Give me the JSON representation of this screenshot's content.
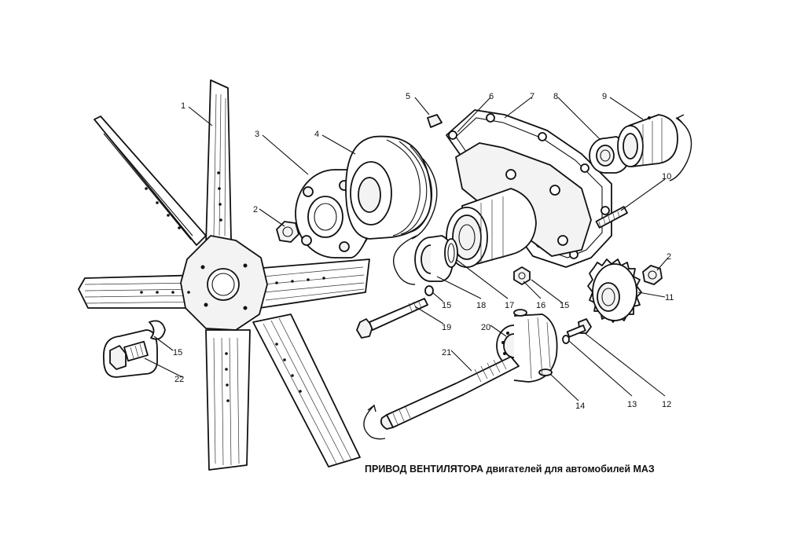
{
  "caption": "ПРИВОД ВЕНТИЛЯТОРА двигателей для автомобилей МАЗ",
  "labels": [
    {
      "id": "l1",
      "text": "1"
    },
    {
      "id": "l2a",
      "text": "2"
    },
    {
      "id": "l3",
      "text": "3"
    },
    {
      "id": "l4",
      "text": "4"
    },
    {
      "id": "l5",
      "text": "5"
    },
    {
      "id": "l6",
      "text": "6"
    },
    {
      "id": "l7",
      "text": "7"
    },
    {
      "id": "l8",
      "text": "8"
    },
    {
      "id": "l9",
      "text": "9"
    },
    {
      "id": "l10",
      "text": "10"
    },
    {
      "id": "l2b",
      "text": "2"
    },
    {
      "id": "l11",
      "text": "11"
    },
    {
      "id": "l12",
      "text": "12"
    },
    {
      "id": "l13",
      "text": "13"
    },
    {
      "id": "l14",
      "text": "14"
    },
    {
      "id": "l15a",
      "text": "15"
    },
    {
      "id": "l15b",
      "text": "15"
    },
    {
      "id": "l15c",
      "text": "15"
    },
    {
      "id": "l16",
      "text": "16"
    },
    {
      "id": "l17",
      "text": "17"
    },
    {
      "id": "l18",
      "text": "18"
    },
    {
      "id": "l19",
      "text": "19"
    },
    {
      "id": "l20",
      "text": "20"
    },
    {
      "id": "l21",
      "text": "21"
    },
    {
      "id": "l22",
      "text": "22"
    }
  ]
}
